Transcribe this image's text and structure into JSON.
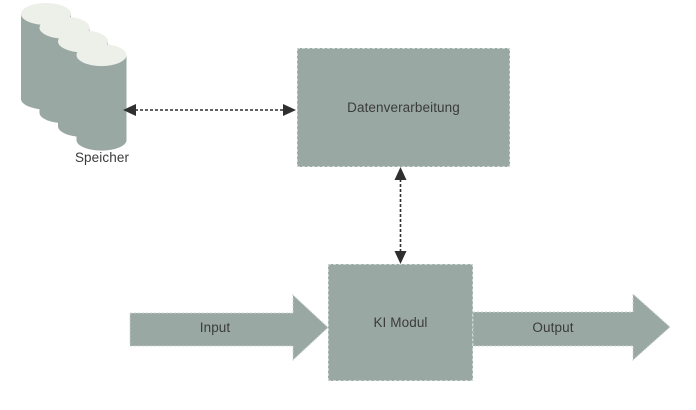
{
  "diagram": {
    "nodes": {
      "speicher": {
        "label": "Speicher",
        "shape": "cylinder-stack"
      },
      "datenverarbeitung": {
        "label": "Datenverarbeitung",
        "shape": "rectangle"
      },
      "ki_modul": {
        "label": "KI Modul",
        "shape": "rectangle"
      }
    },
    "flows": {
      "input": {
        "label": "Input",
        "shape": "block-arrow-right"
      },
      "output": {
        "label": "Output",
        "shape": "block-arrow-right"
      }
    },
    "connections": [
      {
        "from": "Speicher",
        "to": "Datenverarbeitung",
        "direction": "bidirectional",
        "style": "dashed"
      },
      {
        "from": "Datenverarbeitung",
        "to": "KI Modul",
        "direction": "bidirectional",
        "style": "dashed"
      }
    ],
    "colors": {
      "shape_fill": "#9aa8a3",
      "shape_border": "#cdd5d1",
      "cylinder_top": "#edefe9",
      "text": "#3b3b3b",
      "connector": "#2f2f2f",
      "background": "#ffffff"
    }
  }
}
